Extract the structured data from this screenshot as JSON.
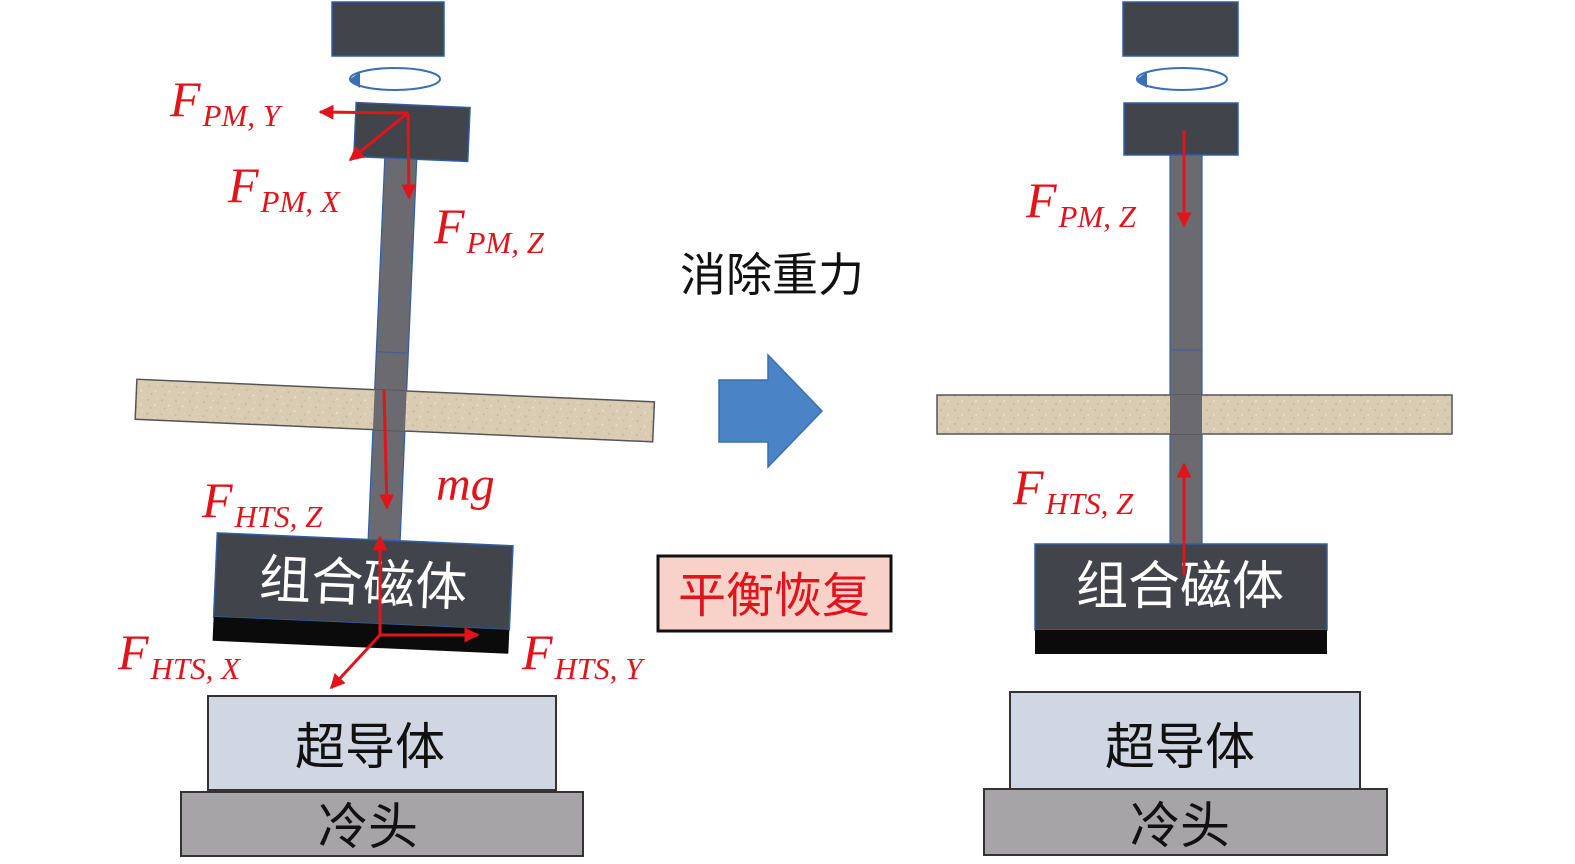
{
  "arrow_caption": "消除重力",
  "status_box": "平衡恢复",
  "left": {
    "magnet_label": "组合磁体",
    "superconductor_label": "超导体",
    "coldhead_label": "冷头",
    "forces": {
      "pm_y": {
        "main": "F",
        "sub": "PM, Y"
      },
      "pm_x": {
        "main": "F",
        "sub": "PM, X"
      },
      "pm_z": {
        "main": "F",
        "sub": "PM, Z"
      },
      "gravity": "mg",
      "hts_z": {
        "main": "F",
        "sub": "HTS, Z"
      },
      "hts_x": {
        "main": "F",
        "sub": "HTS, X"
      },
      "hts_y": {
        "main": "F",
        "sub": "HTS, Y"
      }
    }
  },
  "right": {
    "magnet_label": "组合磁体",
    "superconductor_label": "超导体",
    "coldhead_label": "冷头",
    "forces": {
      "pm_z": {
        "main": "F",
        "sub": "PM, Z"
      },
      "hts_z": {
        "main": "F",
        "sub": "HTS, Z"
      }
    }
  },
  "colors": {
    "force_arrow": "#e0141b",
    "magnet_block": "#41444b",
    "rod": "#6a6a70",
    "plate": "#d9ccb2",
    "superconductor": "#d0d7e2",
    "coldhead": "#a7a4a7",
    "big_arrow": "#4a84c6",
    "status_box_fill": "#f8d2c9"
  }
}
